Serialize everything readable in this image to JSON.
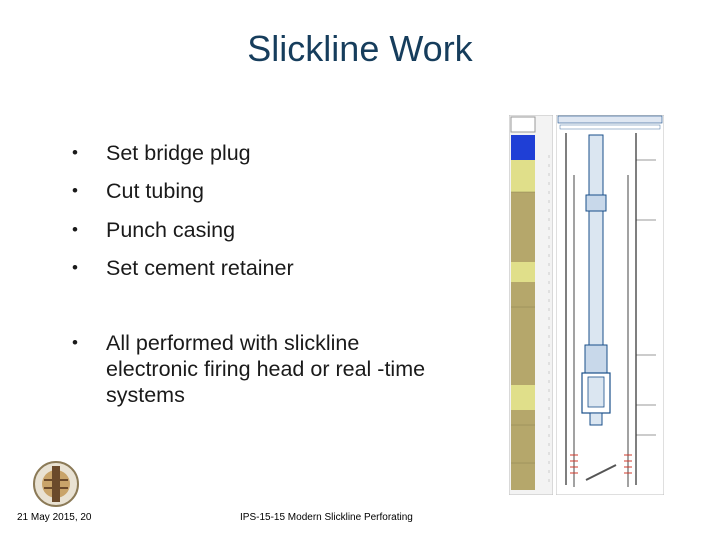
{
  "slide": {
    "title": "Slickline Work",
    "bullets": [
      {
        "marker": "•",
        "text": "Set bridge plug"
      },
      {
        "marker": "•",
        "text": "Cut tubing"
      },
      {
        "marker": "•",
        "text": "Punch casing"
      },
      {
        "marker": "•",
        "text": "Set cement retainer"
      },
      {
        "marker": "•",
        "text": "All performed with slickline electronic firing head or real -time systems"
      }
    ]
  },
  "footer": {
    "date": "21 May 2015, 20",
    "center": "IPS-15-15 Modern Slickline Perforating"
  },
  "images": {
    "logo": "company-logo",
    "log_strip": "formation-log",
    "well_diagram": "current-well-status-diagram"
  },
  "colors": {
    "title": "#163d5c",
    "log_blue": "#1f3fd6",
    "log_tan": "#b5a76b",
    "log_yellow": "#e0df8a",
    "well_line": "#1a4f8a"
  }
}
